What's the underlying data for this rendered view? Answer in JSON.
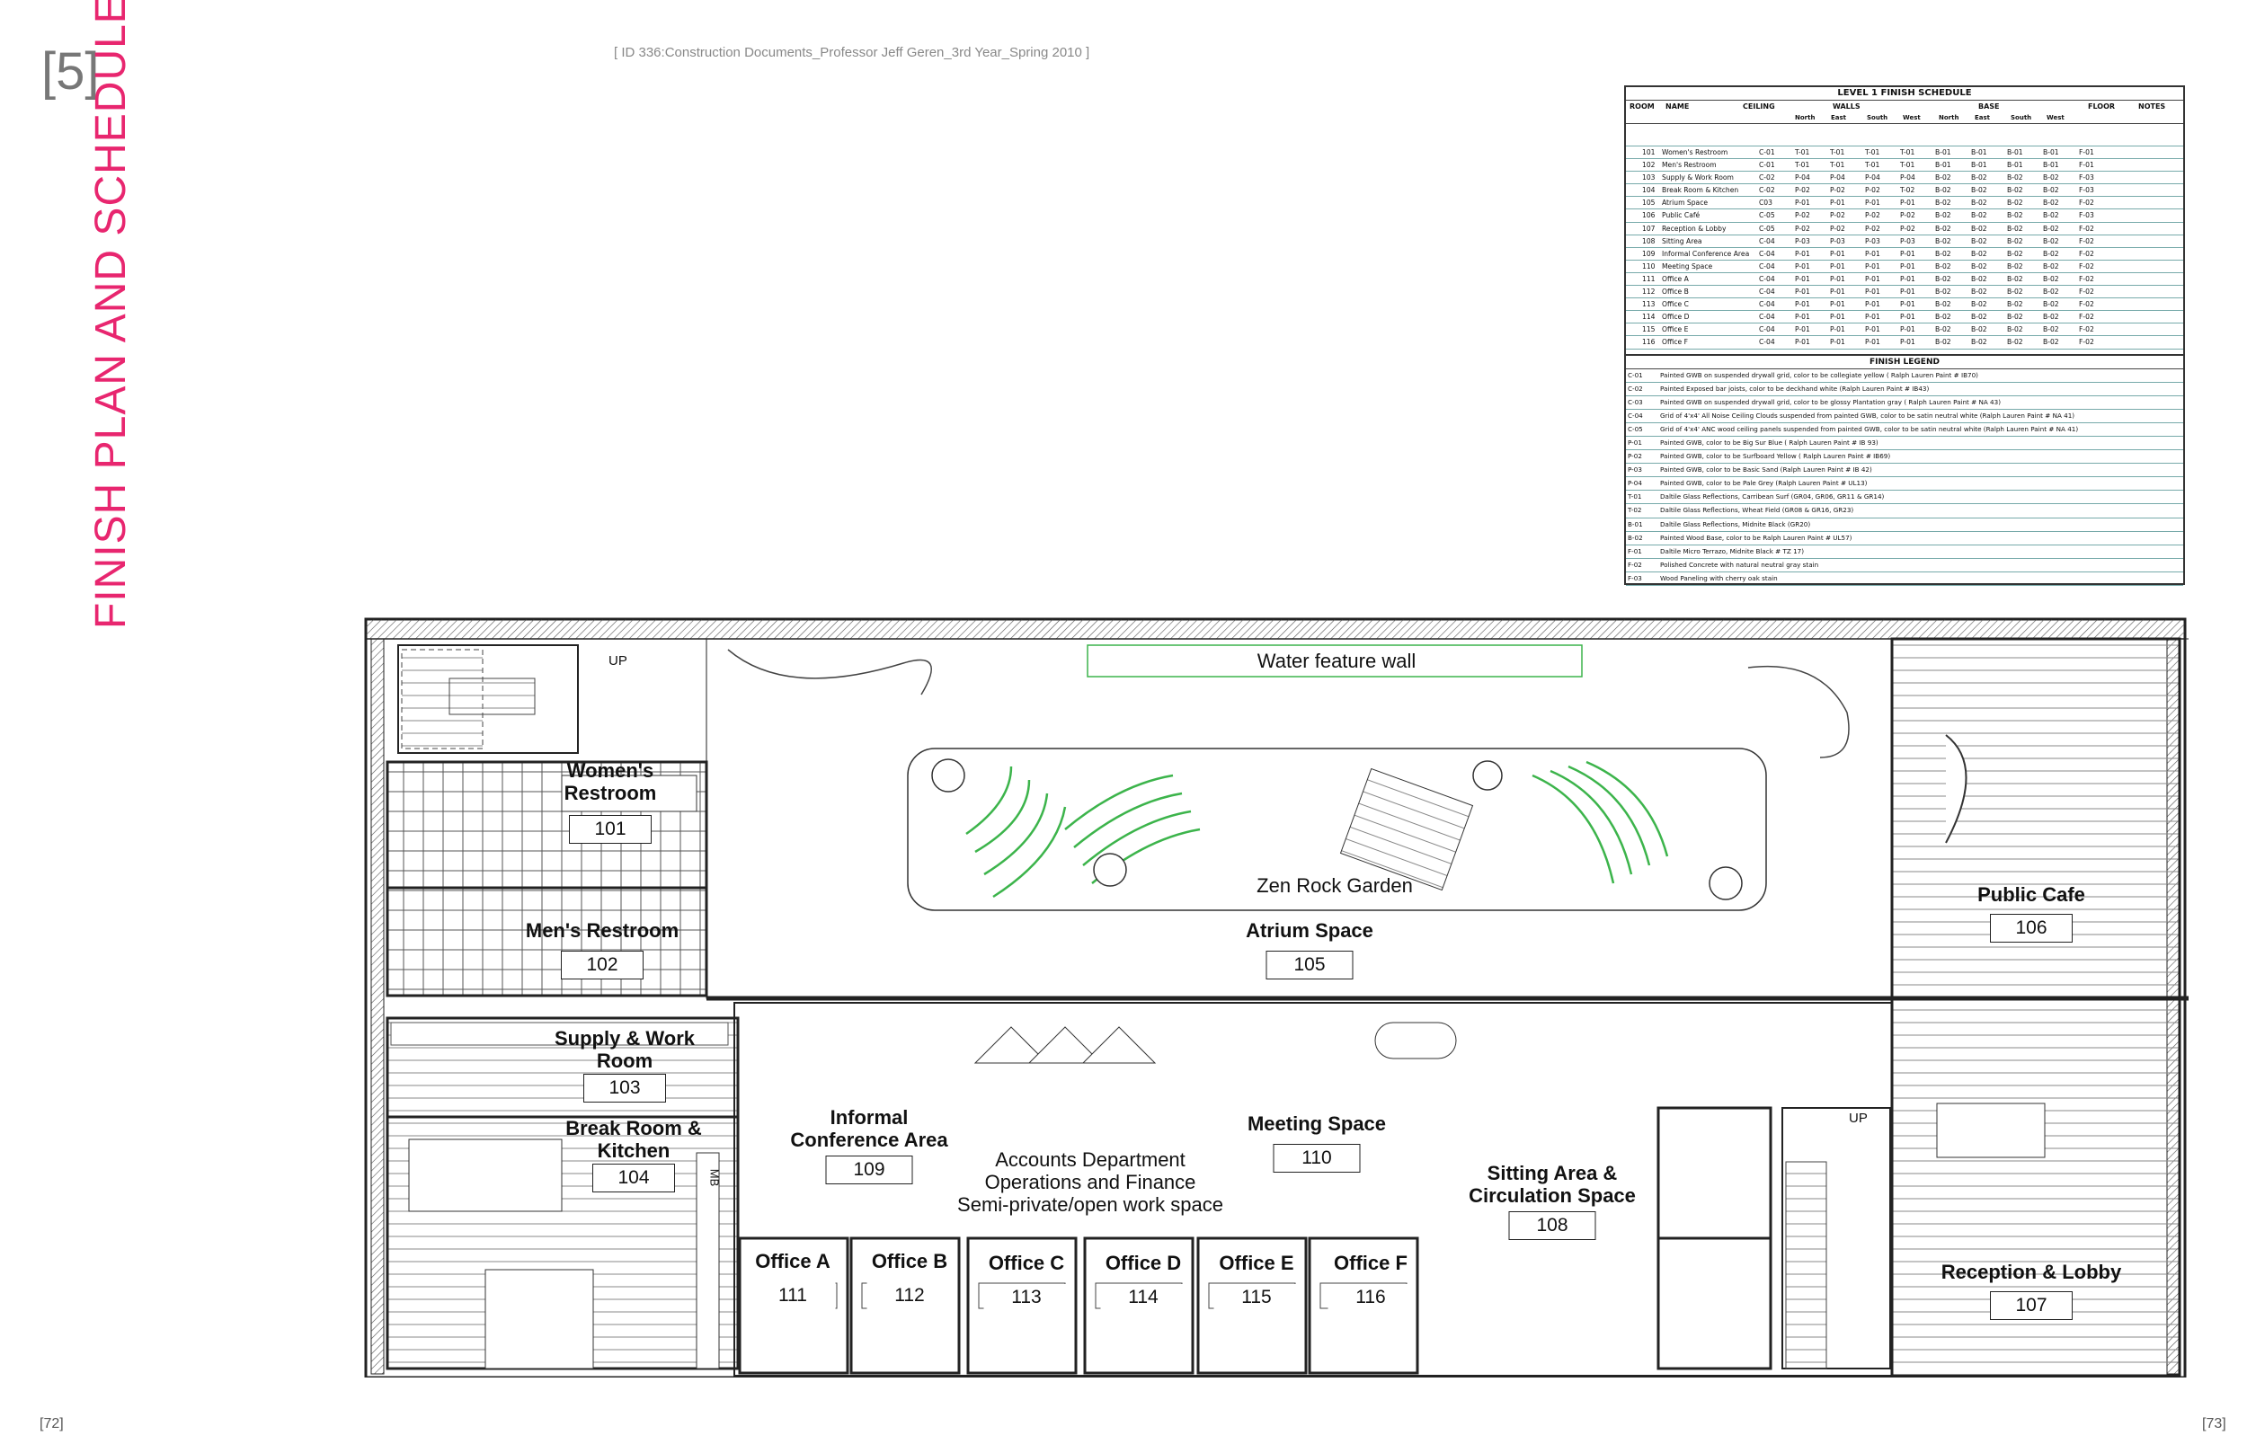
{
  "page": {
    "section_number": "[5]",
    "section_title": "FINISH PLAN AND SCHEDULE",
    "header": "[ ID 336:Construction Documents_Professor Jeff Geren_3rd Year_Spring 2010 ]",
    "page_left": "[72]",
    "page_right": "[73]"
  },
  "schedule": {
    "title": "LEVEL 1 FINISH SCHEDULE",
    "headers": {
      "room": "ROOM",
      "name": "NAME",
      "ceiling": "CEILING",
      "walls": "WALLS",
      "base": "BASE",
      "floor": "FLOOR",
      "notes": "NOTES"
    },
    "sub_headers": [
      "North",
      "East",
      "South",
      "West",
      "North",
      "East",
      "South",
      "West"
    ],
    "rows": [
      {
        "room": "101",
        "name": "Women's Restroom",
        "ceiling": "C-01",
        "wn": "T-01",
        "we": "T-01",
        "ws": "T-01",
        "ww": "T-01",
        "bn": "B-01",
        "be": "B-01",
        "bs": "B-01",
        "bw": "B-01",
        "floor": "F-01"
      },
      {
        "room": "102",
        "name": "Men's Restroom",
        "ceiling": "C-01",
        "wn": "T-01",
        "we": "T-01",
        "ws": "T-01",
        "ww": "T-01",
        "bn": "B-01",
        "be": "B-01",
        "bs": "B-01",
        "bw": "B-01",
        "floor": "F-01"
      },
      {
        "room": "103",
        "name": "Supply & Work Room",
        "ceiling": "C-02",
        "wn": "P-04",
        "we": "P-04",
        "ws": "P-04",
        "ww": "P-04",
        "bn": "B-02",
        "be": "B-02",
        "bs": "B-02",
        "bw": "B-02",
        "floor": "F-03"
      },
      {
        "room": "104",
        "name": "Break Room & Kitchen",
        "ceiling": "C-02",
        "wn": "P-02",
        "we": "P-02",
        "ws": "P-02",
        "ww": "T-02",
        "bn": "B-02",
        "be": "B-02",
        "bs": "B-02",
        "bw": "B-02",
        "floor": "F-03"
      },
      {
        "room": "105",
        "name": "Atrium Space",
        "ceiling": "C03",
        "wn": "P-01",
        "we": "P-01",
        "ws": "P-01",
        "ww": "P-01",
        "bn": "B-02",
        "be": "B-02",
        "bs": "B-02",
        "bw": "B-02",
        "floor": "F-02"
      },
      {
        "room": "106",
        "name": "Public Café",
        "ceiling": "C-05",
        "wn": "P-02",
        "we": "P-02",
        "ws": "P-02",
        "ww": "P-02",
        "bn": "B-02",
        "be": "B-02",
        "bs": "B-02",
        "bw": "B-02",
        "floor": "F-03"
      },
      {
        "room": "107",
        "name": "Reception & Lobby",
        "ceiling": "C-05",
        "wn": "P-02",
        "we": "P-02",
        "ws": "P-02",
        "ww": "P-02",
        "bn": "B-02",
        "be": "B-02",
        "bs": "B-02",
        "bw": "B-02",
        "floor": "F-02"
      },
      {
        "room": "108",
        "name": "Sitting Area",
        "ceiling": "C-04",
        "wn": "P-03",
        "we": "P-03",
        "ws": "P-03",
        "ww": "P-03",
        "bn": "B-02",
        "be": "B-02",
        "bs": "B-02",
        "bw": "B-02",
        "floor": "F-02"
      },
      {
        "room": "109",
        "name": "Informal Conference Area",
        "ceiling": "C-04",
        "wn": "P-01",
        "we": "P-01",
        "ws": "P-01",
        "ww": "P-01",
        "bn": "B-02",
        "be": "B-02",
        "bs": "B-02",
        "bw": "B-02",
        "floor": "F-02"
      },
      {
        "room": "110",
        "name": "Meeting Space",
        "ceiling": "C-04",
        "wn": "P-01",
        "we": "P-01",
        "ws": "P-01",
        "ww": "P-01",
        "bn": "B-02",
        "be": "B-02",
        "bs": "B-02",
        "bw": "B-02",
        "floor": "F-02"
      },
      {
        "room": "111",
        "name": "Office A",
        "ceiling": "C-04",
        "wn": "P-01",
        "we": "P-01",
        "ws": "P-01",
        "ww": "P-01",
        "bn": "B-02",
        "be": "B-02",
        "bs": "B-02",
        "bw": "B-02",
        "floor": "F-02"
      },
      {
        "room": "112",
        "name": "Office B",
        "ceiling": "C-04",
        "wn": "P-01",
        "we": "P-01",
        "ws": "P-01",
        "ww": "P-01",
        "bn": "B-02",
        "be": "B-02",
        "bs": "B-02",
        "bw": "B-02",
        "floor": "F-02"
      },
      {
        "room": "113",
        "name": "Office C",
        "ceiling": "C-04",
        "wn": "P-01",
        "we": "P-01",
        "ws": "P-01",
        "ww": "P-01",
        "bn": "B-02",
        "be": "B-02",
        "bs": "B-02",
        "bw": "B-02",
        "floor": "F-02"
      },
      {
        "room": "114",
        "name": "Office D",
        "ceiling": "C-04",
        "wn": "P-01",
        "we": "P-01",
        "ws": "P-01",
        "ww": "P-01",
        "bn": "B-02",
        "be": "B-02",
        "bs": "B-02",
        "bw": "B-02",
        "floor": "F-02"
      },
      {
        "room": "115",
        "name": "Office E",
        "ceiling": "C-04",
        "wn": "P-01",
        "we": "P-01",
        "ws": "P-01",
        "ww": "P-01",
        "bn": "B-02",
        "be": "B-02",
        "bs": "B-02",
        "bw": "B-02",
        "floor": "F-02"
      },
      {
        "room": "116",
        "name": "Office F",
        "ceiling": "C-04",
        "wn": "P-01",
        "we": "P-01",
        "ws": "P-01",
        "ww": "P-01",
        "bn": "B-02",
        "be": "B-02",
        "bs": "B-02",
        "bw": "B-02",
        "floor": "F-02"
      }
    ],
    "legend_title": "FINISH LEGEND",
    "legend": [
      {
        "code": "C-01",
        "desc": "Painted GWB on suspended drywall grid, color to be collegiate yellow ( Ralph Lauren Paint # IB70)"
      },
      {
        "code": "C-02",
        "desc": "Painted Exposed bar joists, color to be deckhand white (Ralph Lauren Paint # IB43)"
      },
      {
        "code": "C-03",
        "desc": "Painted GWB on suspended drywall grid, color to be glossy Plantation gray ( Ralph Lauren Paint # NA 43)"
      },
      {
        "code": "C-04",
        "desc": "Grid of 4'x4' All Noise Ceiling Clouds suspended from painted GWB, color to be satin neutral white (Ralph Lauren Paint # NA 41)"
      },
      {
        "code": "C-05",
        "desc": "Grid of 4'x4' ANC wood ceiling panels suspended from painted GWB, color to be satin neutral white (Ralph Lauren Paint # NA 41)"
      },
      {
        "code": "P-01",
        "desc": "Painted GWB, color to be Big Sur Blue ( Ralph Lauren Paint # IB 93)"
      },
      {
        "code": "P-02",
        "desc": "Painted GWB, color to be Surfboard Yellow ( Ralph Lauren Paint # IB69)"
      },
      {
        "code": "P-03",
        "desc": "Painted GWB, color to be Basic Sand (Ralph Lauren Paint # IB 42)"
      },
      {
        "code": "P-04",
        "desc": "Painted GWB, color to be Pale Grey (Ralph Lauren Paint # UL13)"
      },
      {
        "code": "T-01",
        "desc": "Daltile Glass Reflections, Carribean Surf (GR04, GR06, GR11 & GR14)"
      },
      {
        "code": "T-02",
        "desc": "Daltile Glass Reflections, Wheat Field (GR08 & GR16, GR23)"
      },
      {
        "code": "B-01",
        "desc": "Daltile Glass Reflections, Midnite Black (GR20)"
      },
      {
        "code": "B-02",
        "desc": "Painted Wood Base, color to be Ralph Lauren Paint # UL57)"
      },
      {
        "code": "F-01",
        "desc": "Daltile Micro Terrazo, Midnite Black # TZ 17)"
      },
      {
        "code": "F-02",
        "desc": "Polished Concrete with natural neutral gray stain"
      },
      {
        "code": "F-03",
        "desc": "Wood Paneling with cherry oak stain"
      }
    ]
  },
  "plan": {
    "water_feature": "Water feature wall",
    "zen_garden": "Zen Rock Garden",
    "stair_up_1": "UP",
    "stair_up_2": "UP",
    "wall_tag": "MB",
    "accounts_1": "Accounts Department",
    "accounts_2": "Operations and Finance",
    "accounts_3": "Semi-private/open work space",
    "rooms": {
      "r101": {
        "line1": "Women's",
        "line2": "Restroom",
        "num": "101"
      },
      "r102": {
        "line1": "Men's Restroom",
        "num": "102"
      },
      "r103": {
        "line1": "Supply & Work",
        "line2": "Room",
        "num": "103"
      },
      "r104": {
        "line1": "Break Room &",
        "line2": "Kitchen",
        "num": "104"
      },
      "r105": {
        "line1": "Atrium Space",
        "num": "105"
      },
      "r106": {
        "line1": "Public Cafe",
        "num": "106"
      },
      "r107": {
        "line1": "Reception & Lobby",
        "num": "107"
      },
      "r108": {
        "line1": "Sitting Area &",
        "line2": "Circulation Space",
        "num": "108"
      },
      "r109": {
        "line1": "Informal",
        "line2": "Conference Area",
        "num": "109"
      },
      "r110": {
        "line1": "Meeting Space",
        "num": "110"
      },
      "r111": {
        "line1": "Office A",
        "num": "111"
      },
      "r112": {
        "line1": "Office B",
        "num": "112"
      },
      "r113": {
        "line1": "Office C",
        "num": "113"
      },
      "r114": {
        "line1": "Office D",
        "num": "114"
      },
      "r115": {
        "line1": "Office E",
        "num": "115"
      },
      "r116": {
        "line1": "Office F",
        "num": "116"
      }
    }
  },
  "colors": {
    "accent": "#e8266f",
    "landscape": "#3cb44b",
    "line": "#222222",
    "table_rule": "#77aaaa"
  }
}
